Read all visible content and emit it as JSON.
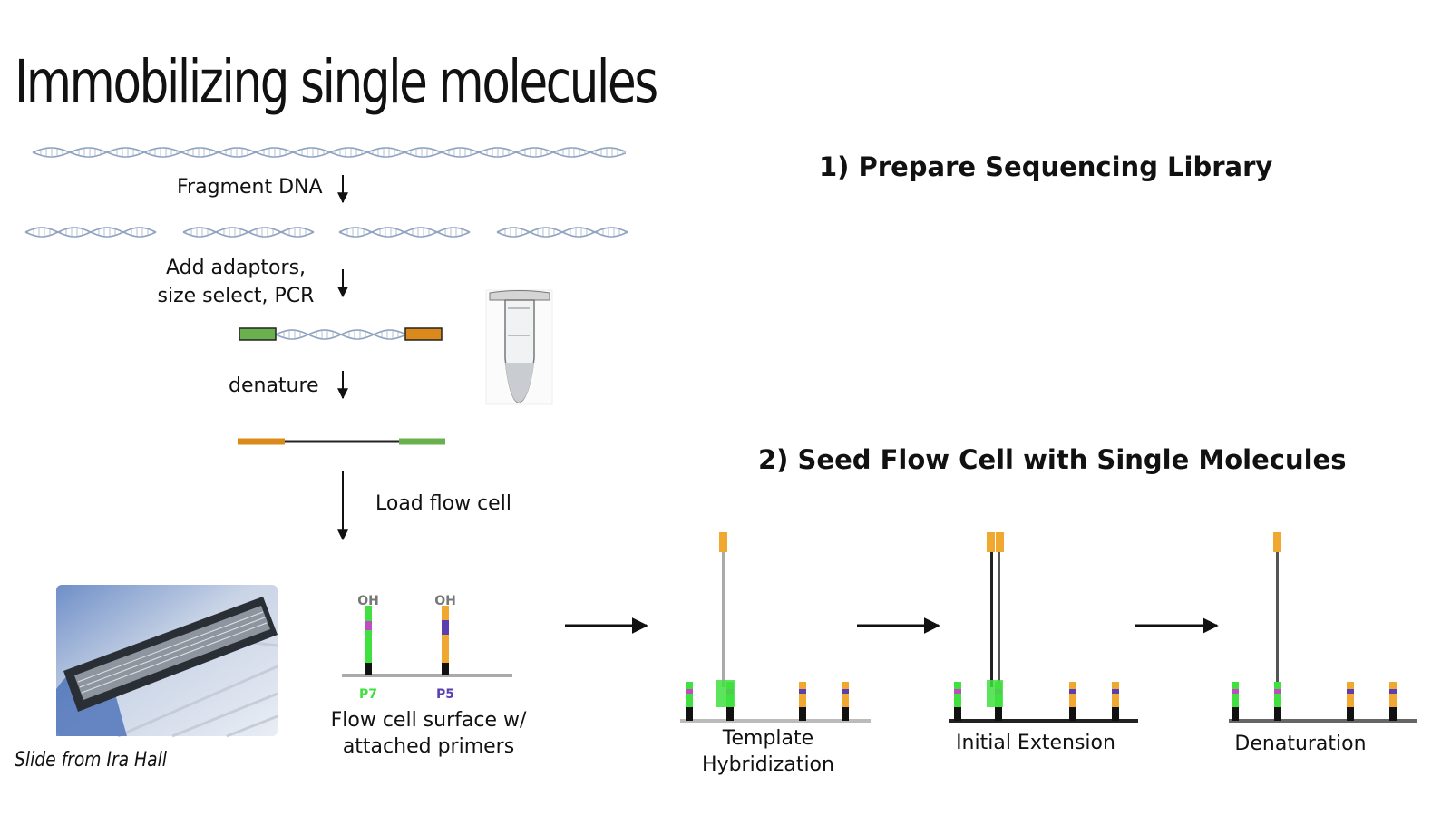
{
  "title": "Immobilizing single molecules",
  "steps": {
    "fragment": "Fragment DNA",
    "adaptors_line1": "Add adaptors,",
    "adaptors_line2": "size select, PCR",
    "denature": "denature",
    "load": "Load flow cell"
  },
  "headers": {
    "prepare": "1) Prepare Sequencing Library",
    "seed": "2) Seed Flow Cell with Single Molecules"
  },
  "primer_labels": {
    "oh1": "OH",
    "oh2": "OH",
    "p7": "P7",
    "p5": "P5"
  },
  "captions": {
    "surface_line1": "Flow cell surface w/",
    "surface_line2": "attached primers",
    "hyb_line1": "Template",
    "hyb_line2": "Hybridization",
    "extension": "Initial Extension",
    "denaturation": "Denaturation"
  },
  "credit": "Slide from Ira Hall",
  "colors": {
    "p7_green": "#3fe03f",
    "p5_orange": "#f0a830",
    "adaptor_green": "#6ab04c",
    "adaptor_orange": "#d98a1a",
    "index_purple": "#5a3fb0",
    "dna_blue": "#8fa3bf"
  }
}
